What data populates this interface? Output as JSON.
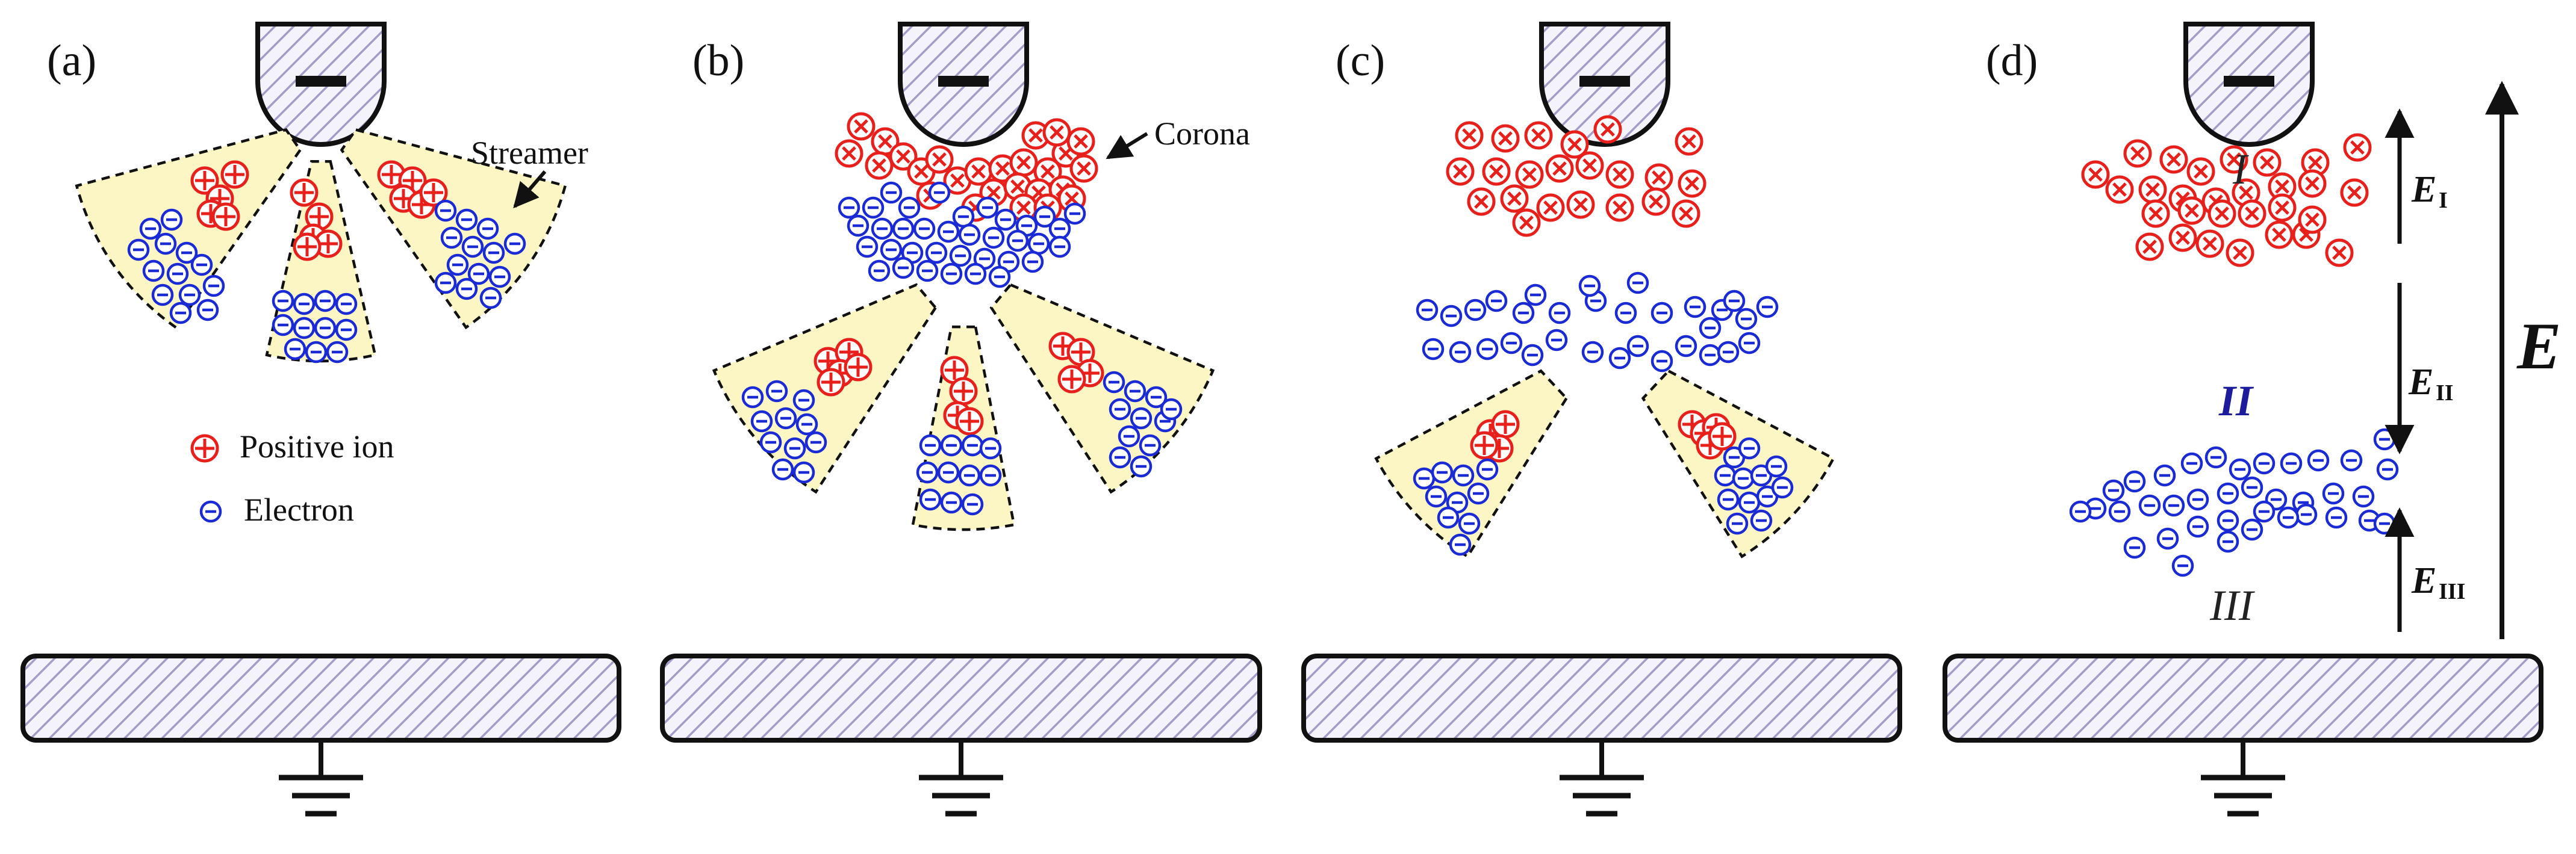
{
  "panels": [
    {
      "label": "(a)",
      "electrode_sign": "−"
    },
    {
      "label": "(b)",
      "electrode_sign": "−"
    },
    {
      "label": "(c)",
      "electrode_sign": "−"
    },
    {
      "label": "(d)",
      "electrode_sign": "−"
    }
  ],
  "annotations": {
    "streamer": "Streamer",
    "corona": "Corona"
  },
  "legend": {
    "positive_ion": "Positive ion",
    "electron": "Electron"
  },
  "regions": {
    "r1": "I",
    "r2": "II",
    "r3": "III"
  },
  "fields": {
    "e1_main": "E",
    "e1_sub": "I",
    "e2_main": "E",
    "e2_sub": "II",
    "e3_main": "E",
    "e3_sub": "III",
    "total": "E"
  },
  "colors": {
    "positive": "#e8201c",
    "electron": "#1a2bd6",
    "streamer_fill": "#fbf6c4",
    "hatch": "#9b94c4"
  }
}
